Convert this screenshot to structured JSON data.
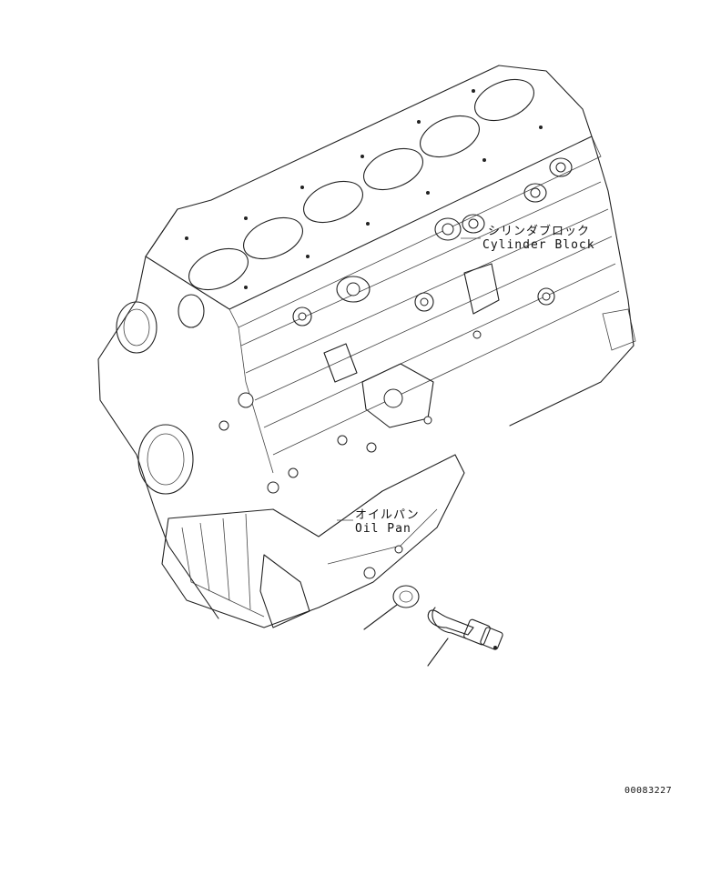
{
  "labels": {
    "cylinder_block_jp": "シリンダブロック",
    "cylinder_block_en": "Cylinder Block",
    "oil_pan_jp": "オイルパン",
    "oil_pan_en": "Oil Pan"
  },
  "drawing_number": "00083227"
}
